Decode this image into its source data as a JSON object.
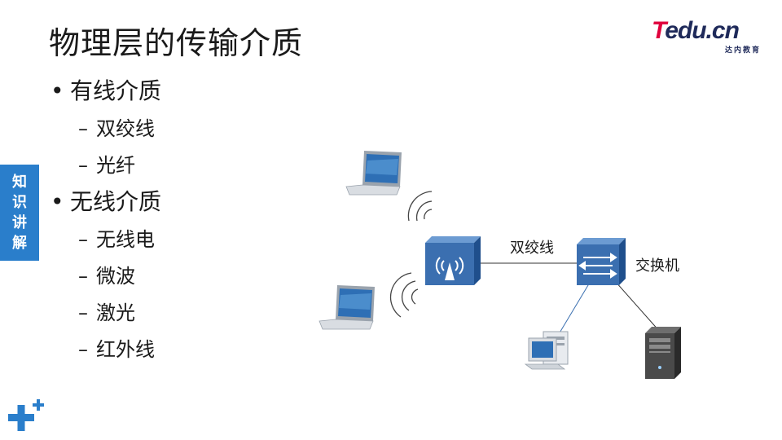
{
  "slide": {
    "title": "物理层的传输介质"
  },
  "logo": {
    "letter_t": "T",
    "rest": "edu.cn",
    "subtitle": "达内教育"
  },
  "side_tab": {
    "chars": [
      "知",
      "识",
      "讲",
      "解"
    ],
    "color": "#2a7ecb"
  },
  "bullets": [
    {
      "label": "有线介质",
      "children": [
        "双绞线",
        "光纤"
      ]
    },
    {
      "label": "无线介质",
      "children": [
        "无线电",
        "微波",
        "激光",
        "红外线"
      ]
    }
  ],
  "symbols": {
    "bullet": "•",
    "dash": "–"
  },
  "diagram": {
    "cable_label": "双绞线",
    "switch_label": "交换机",
    "icons": [
      "laptop-icon",
      "wireless-ap-icon",
      "switch-icon",
      "desktop-pc-icon",
      "server-icon",
      "wifi-waves-icon"
    ]
  },
  "colors": {
    "accent": "#2a7ecb",
    "device_blue": "#3b6fb0",
    "logo_red": "#e0003c",
    "logo_navy": "#1f2a5a"
  }
}
